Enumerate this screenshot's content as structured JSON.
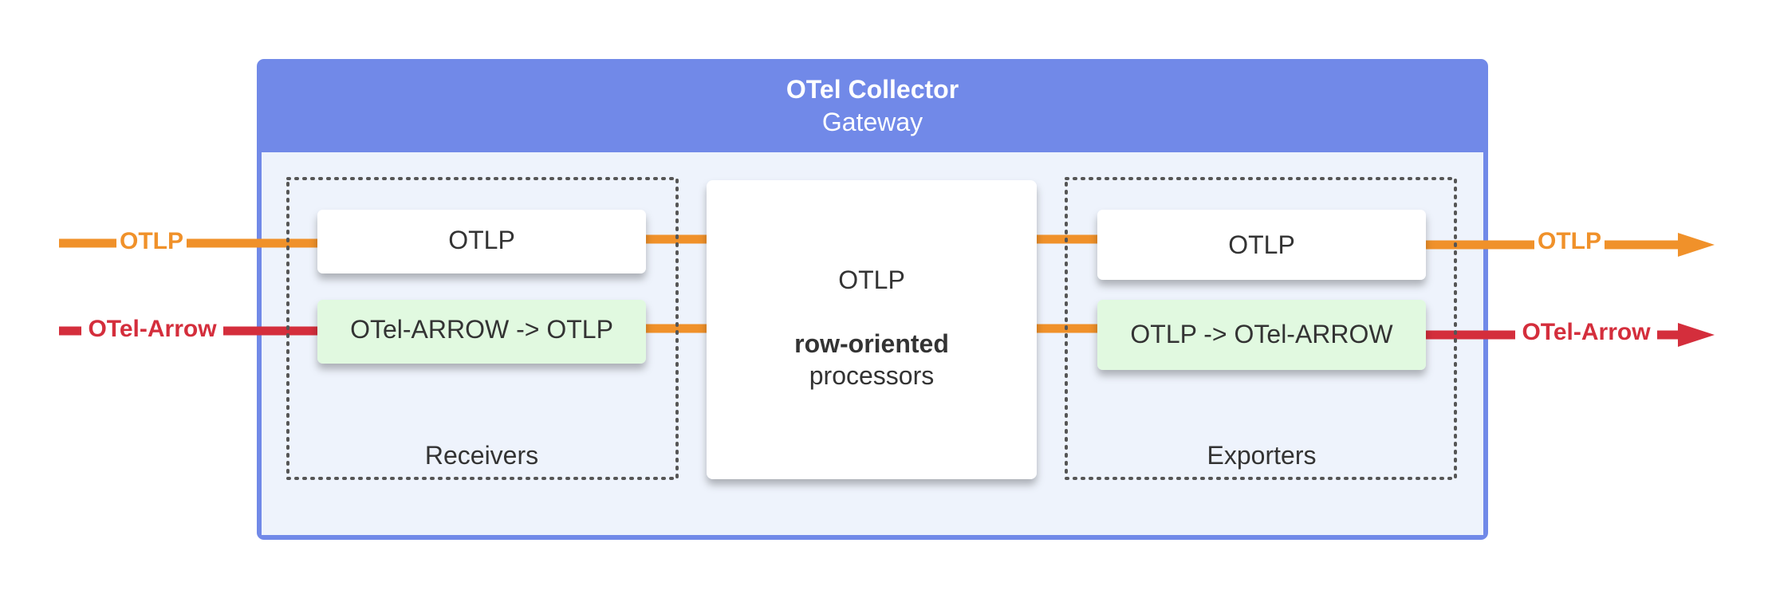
{
  "collector": {
    "title": "OTel Collector",
    "subtitle": "Gateway"
  },
  "receivers": {
    "label": "Receivers",
    "items": [
      "OTLP",
      "OTel-ARROW -> OTLP"
    ]
  },
  "processors": {
    "line1": "OTLP",
    "line2": "row-oriented",
    "line3": "processors"
  },
  "exporters": {
    "label": "Exporters",
    "items": [
      "OTLP",
      "OTLP -> OTel-ARROW"
    ]
  },
  "flows": {
    "in_otlp": "OTLP",
    "in_arrow": "OTel-Arrow",
    "out_otlp": "OTLP",
    "out_arrow": "OTel-Arrow"
  },
  "colors": {
    "header": "#7189e8",
    "panel_border": "#7189e8",
    "panel_fill": "#eef3fc",
    "otlp_line": "#f0912a",
    "arrow_line": "#d42e3c",
    "green_box": "#e1f9e0",
    "white_box": "#ffffff",
    "dotted": "#555555"
  }
}
